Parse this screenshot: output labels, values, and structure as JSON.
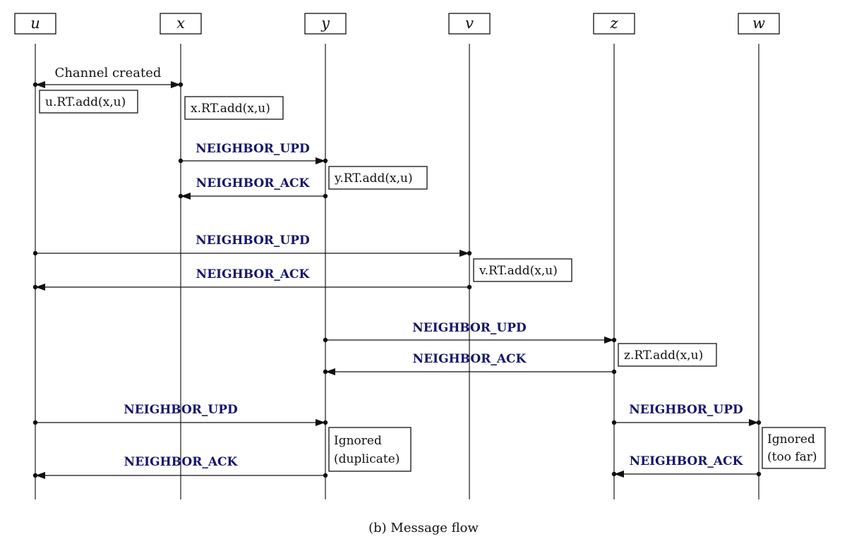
{
  "diagram": {
    "participants": [
      {
        "id": "u",
        "label": "u"
      },
      {
        "id": "x",
        "label": "x"
      },
      {
        "id": "y",
        "label": "y"
      },
      {
        "id": "v",
        "label": "v"
      },
      {
        "id": "z",
        "label": "z"
      },
      {
        "id": "w",
        "label": "w"
      }
    ],
    "messages": [
      {
        "from": "u",
        "to": "x",
        "label": "Channel created",
        "bidirectional": true,
        "style": "plain"
      },
      {
        "from": "x",
        "to": "y",
        "label": "NEIGHBOR_UPD",
        "style": "bold"
      },
      {
        "from": "y",
        "to": "x",
        "label": "NEIGHBOR_ACK",
        "style": "bold"
      },
      {
        "from": "u",
        "to": "v",
        "label": "NEIGHBOR_UPD",
        "style": "bold"
      },
      {
        "from": "v",
        "to": "u",
        "label": "NEIGHBOR_ACK",
        "style": "bold"
      },
      {
        "from": "y",
        "to": "z",
        "label": "NEIGHBOR_UPD",
        "style": "bold"
      },
      {
        "from": "z",
        "to": "y",
        "label": "NEIGHBOR_ACK",
        "style": "bold"
      },
      {
        "from": "u",
        "to": "y",
        "label": "NEIGHBOR_UPD",
        "style": "bold"
      },
      {
        "from": "y",
        "to": "u",
        "label": "NEIGHBOR_ACK",
        "style": "bold"
      },
      {
        "from": "z",
        "to": "w",
        "label": "NEIGHBOR_UPD",
        "style": "bold"
      },
      {
        "from": "w",
        "to": "z",
        "label": "NEIGHBOR_ACK",
        "style": "bold"
      }
    ],
    "notes": [
      {
        "participant": "u",
        "lines": [
          "u.RT.add(x,u)"
        ]
      },
      {
        "participant": "x",
        "lines": [
          "x.RT.add(x,u)"
        ]
      },
      {
        "participant": "y",
        "lines": [
          "y.RT.add(x,u)"
        ]
      },
      {
        "participant": "v",
        "lines": [
          "v.RT.add(x,u)"
        ]
      },
      {
        "participant": "z",
        "lines": [
          "z.RT.add(x,u)"
        ]
      },
      {
        "participant": "y",
        "lines": [
          "Ignored",
          "(duplicate)"
        ]
      },
      {
        "participant": "w",
        "lines": [
          "Ignored",
          "(too far)"
        ]
      }
    ],
    "caption": "(b) Message flow",
    "colors": {
      "message_label": "#15156b",
      "line": "#111111"
    }
  }
}
